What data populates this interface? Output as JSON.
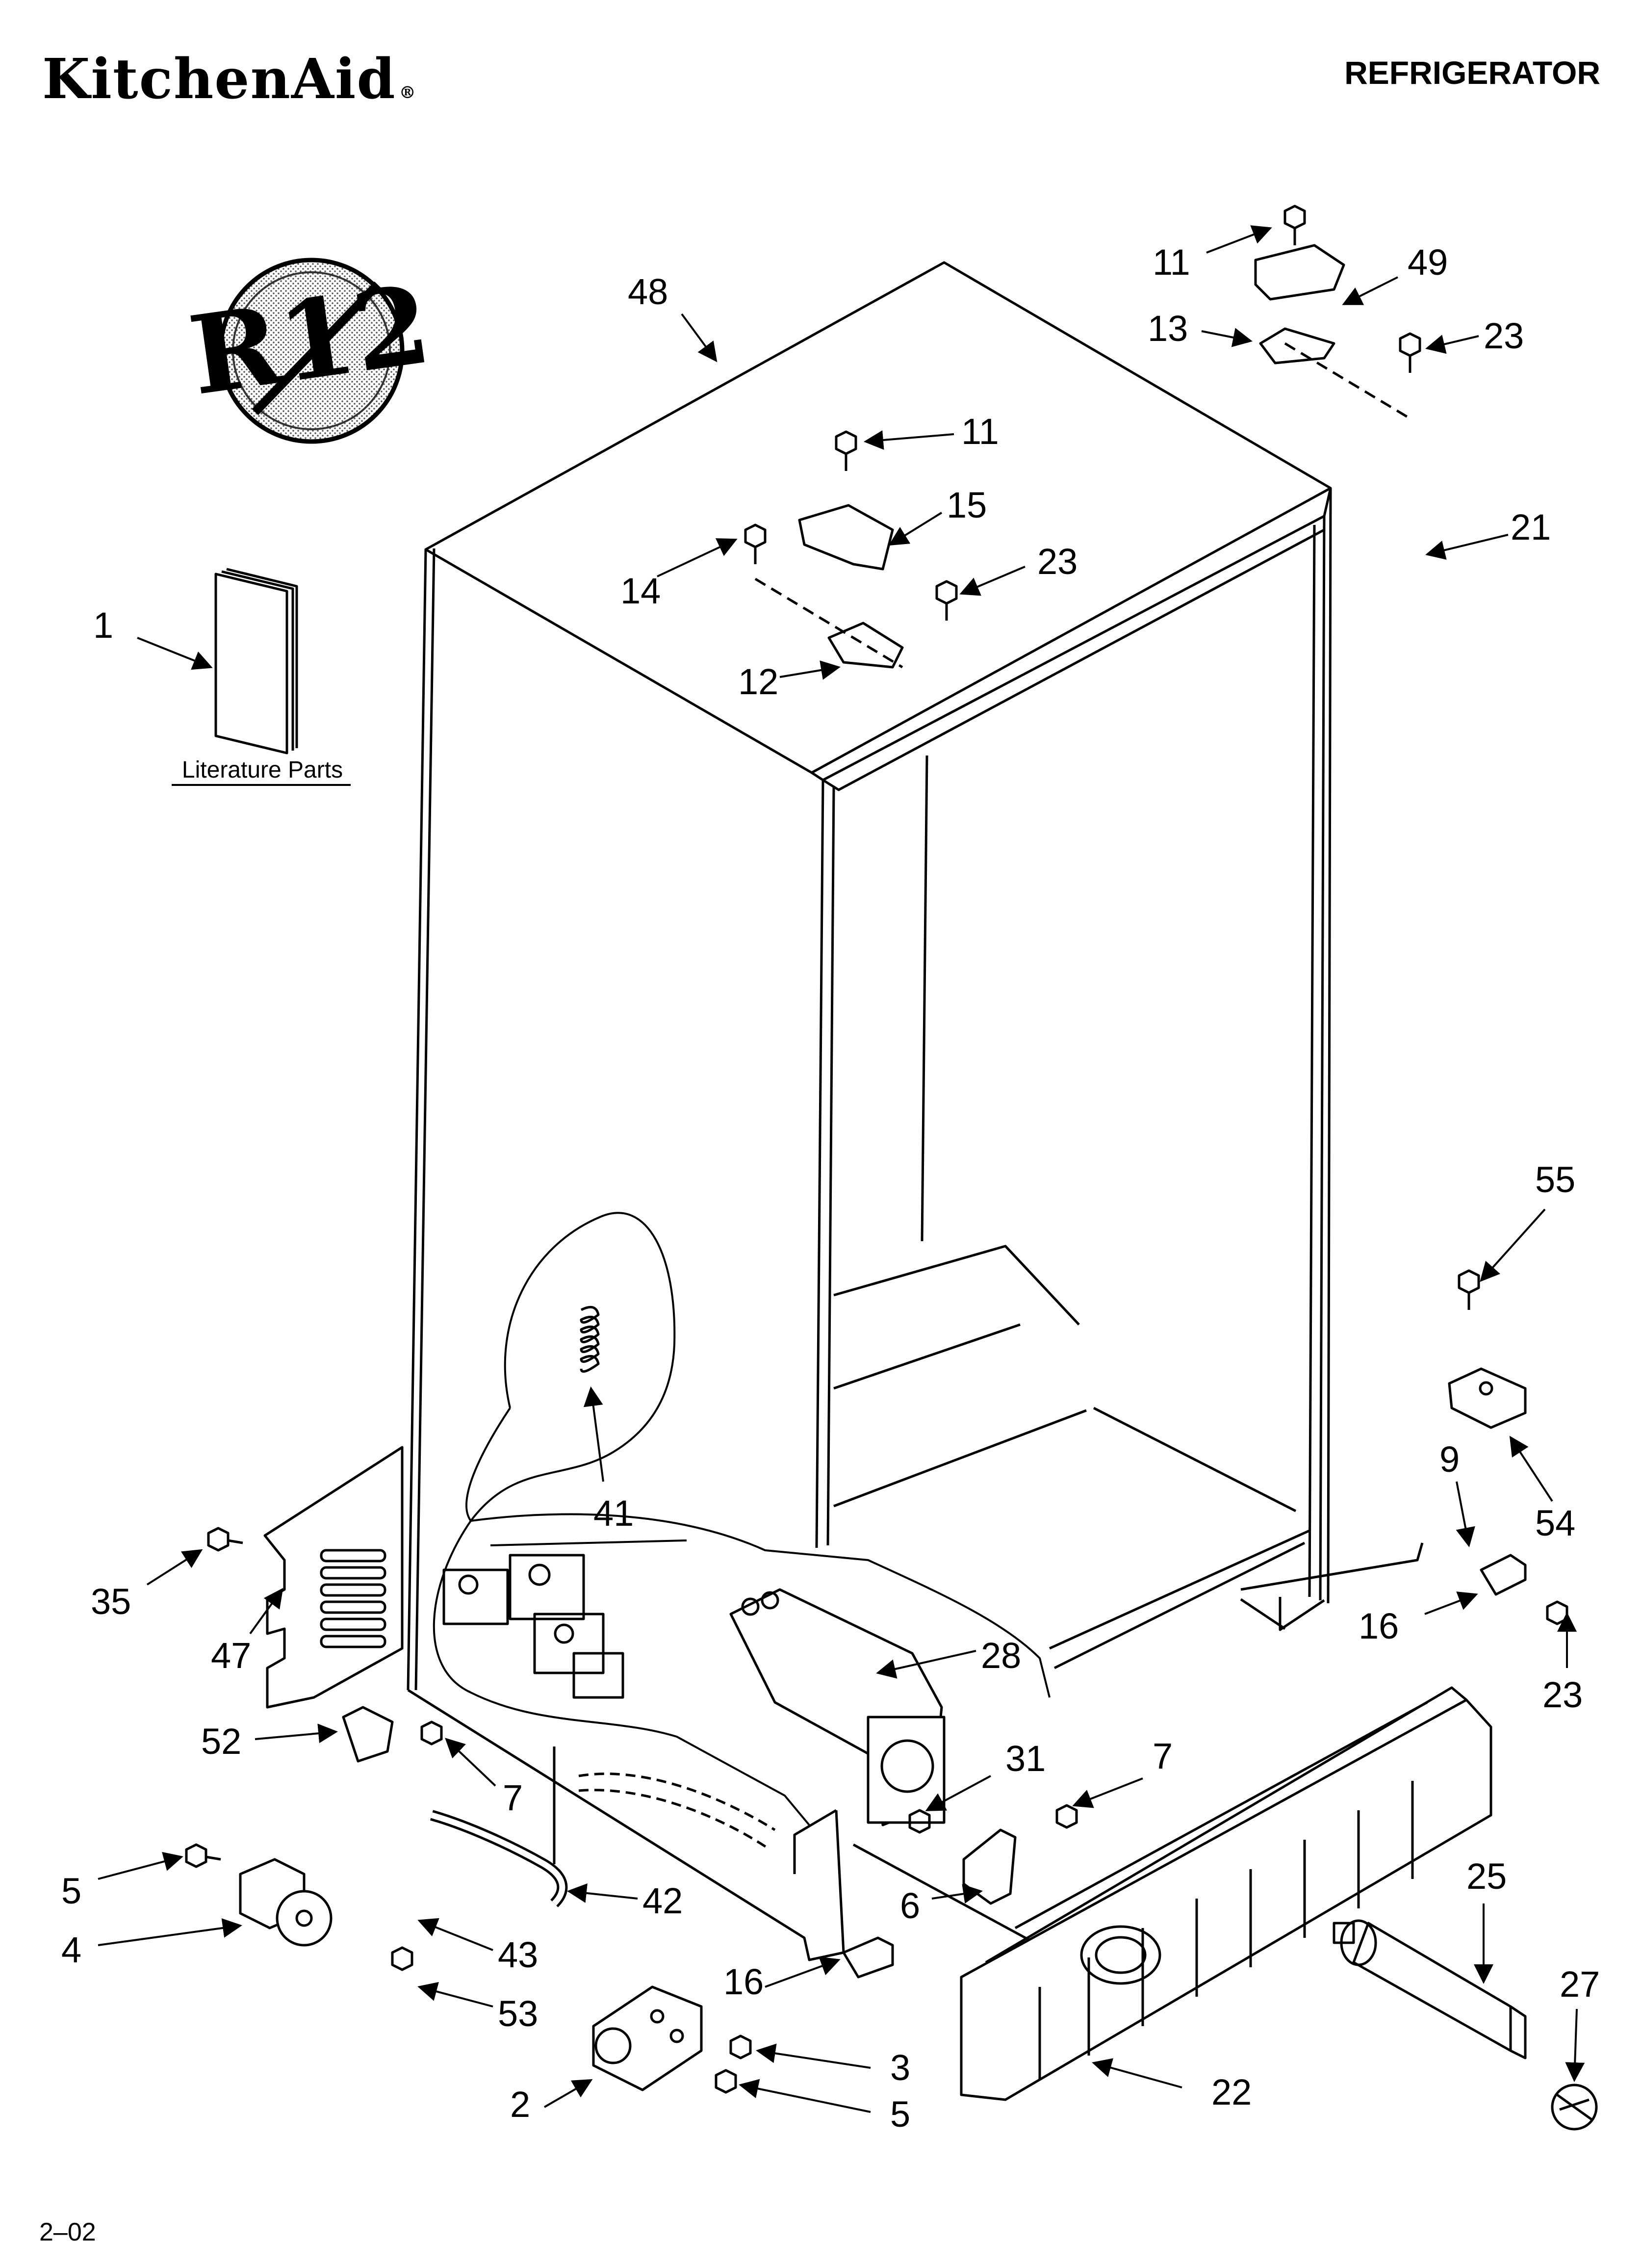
{
  "header": {
    "brand": "KitchenAid",
    "brand_mark": "®",
    "title": "REFRIGERATOR"
  },
  "badge": {
    "text": "R12"
  },
  "literature_label": "Literature Parts",
  "callouts": [
    "1",
    "48",
    "11",
    "49",
    "23",
    "13",
    "11",
    "15",
    "14",
    "23",
    "12",
    "21",
    "55",
    "41",
    "9",
    "54",
    "35",
    "47",
    "16",
    "23",
    "28",
    "52",
    "7",
    "31",
    "7",
    "5",
    "42",
    "6",
    "25",
    "27",
    "4",
    "43",
    "16",
    "53",
    "3",
    "2",
    "5",
    "22"
  ],
  "footer": {
    "code": "2–02"
  }
}
